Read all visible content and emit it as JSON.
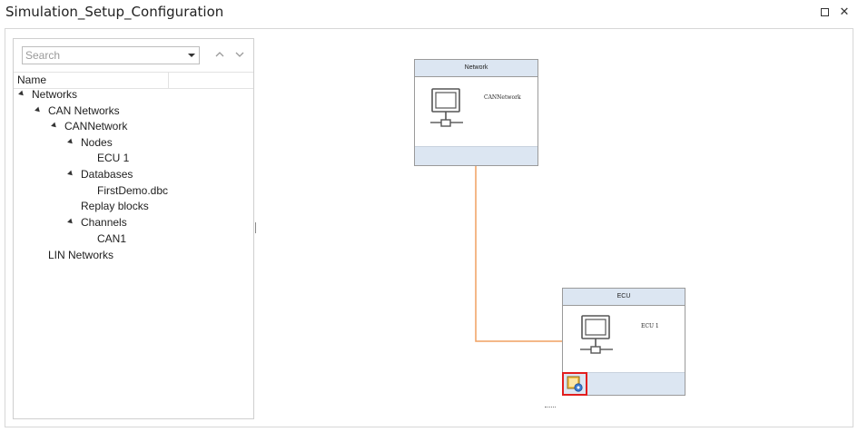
{
  "window": {
    "title": "Simulation_Setup_Configuration",
    "controls": [
      "maximize-icon",
      "close-icon"
    ],
    "close_glyph": "✕"
  },
  "tree_panel": {
    "search_placeholder": "Search",
    "column_header": "Name",
    "nodes": [
      {
        "label": "Networks",
        "expanded": true
      },
      {
        "label": "CAN Networks",
        "expanded": true
      },
      {
        "label": "CANNetwork",
        "expanded": true
      },
      {
        "label": "Nodes",
        "expanded": true
      },
      {
        "label": "ECU 1",
        "expanded": null
      },
      {
        "label": "Databases",
        "expanded": true
      },
      {
        "label": "FirstDemo.dbc",
        "expanded": null
      },
      {
        "label": "Replay blocks",
        "expanded": null
      },
      {
        "label": "Channels",
        "expanded": true
      },
      {
        "label": "CAN1",
        "expanded": null
      },
      {
        "label": "LIN Networks",
        "expanded": null
      }
    ]
  },
  "diagram": {
    "network_node": {
      "title": "Network",
      "label": "CANNetwork",
      "icon": "computer-network-icon"
    },
    "ecu_node": {
      "title": "ECU",
      "label": "ECU 1",
      "icon": "computer-network-icon",
      "tool_icon": "ecu-settings-icon"
    },
    "connector_color": "#f0a060",
    "selection_color": "#e21e1e",
    "header_color": "#dce6f2"
  }
}
